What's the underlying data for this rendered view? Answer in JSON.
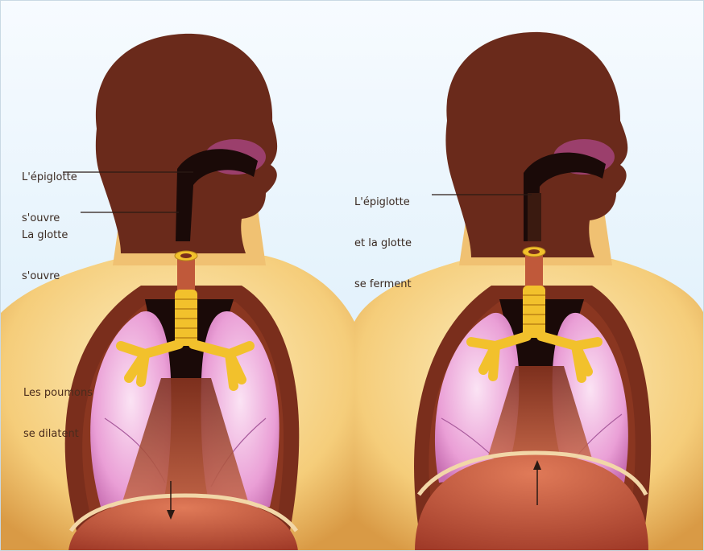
{
  "figures": [
    {
      "id": "left",
      "labels": {
        "epiglottis": [
          "L'épiglotte",
          "s'ouvre"
        ],
        "glottis": [
          "La glotte",
          "s'ouvre"
        ],
        "lungs": [
          "Les poumons",
          "se dilatent"
        ]
      }
    },
    {
      "id": "right",
      "labels": {
        "epiglottis_glottis": [
          "L'épiglotte",
          "et la glotte",
          "se ferment"
        ]
      }
    }
  ],
  "colors": {
    "background": "#d8ecf8",
    "skin": "#f3c773",
    "skin_light": "#fbe7b0",
    "head": "#6e2b1b",
    "chest_wall": "#7a2e1c",
    "lungs": "#e9a6d6",
    "trachea": "#f2c12c",
    "diaphragm": "#c8513a",
    "nasal_cavity": "#a0416e"
  },
  "icons": [
    "arrow-down-icon",
    "arrow-up-icon"
  ]
}
